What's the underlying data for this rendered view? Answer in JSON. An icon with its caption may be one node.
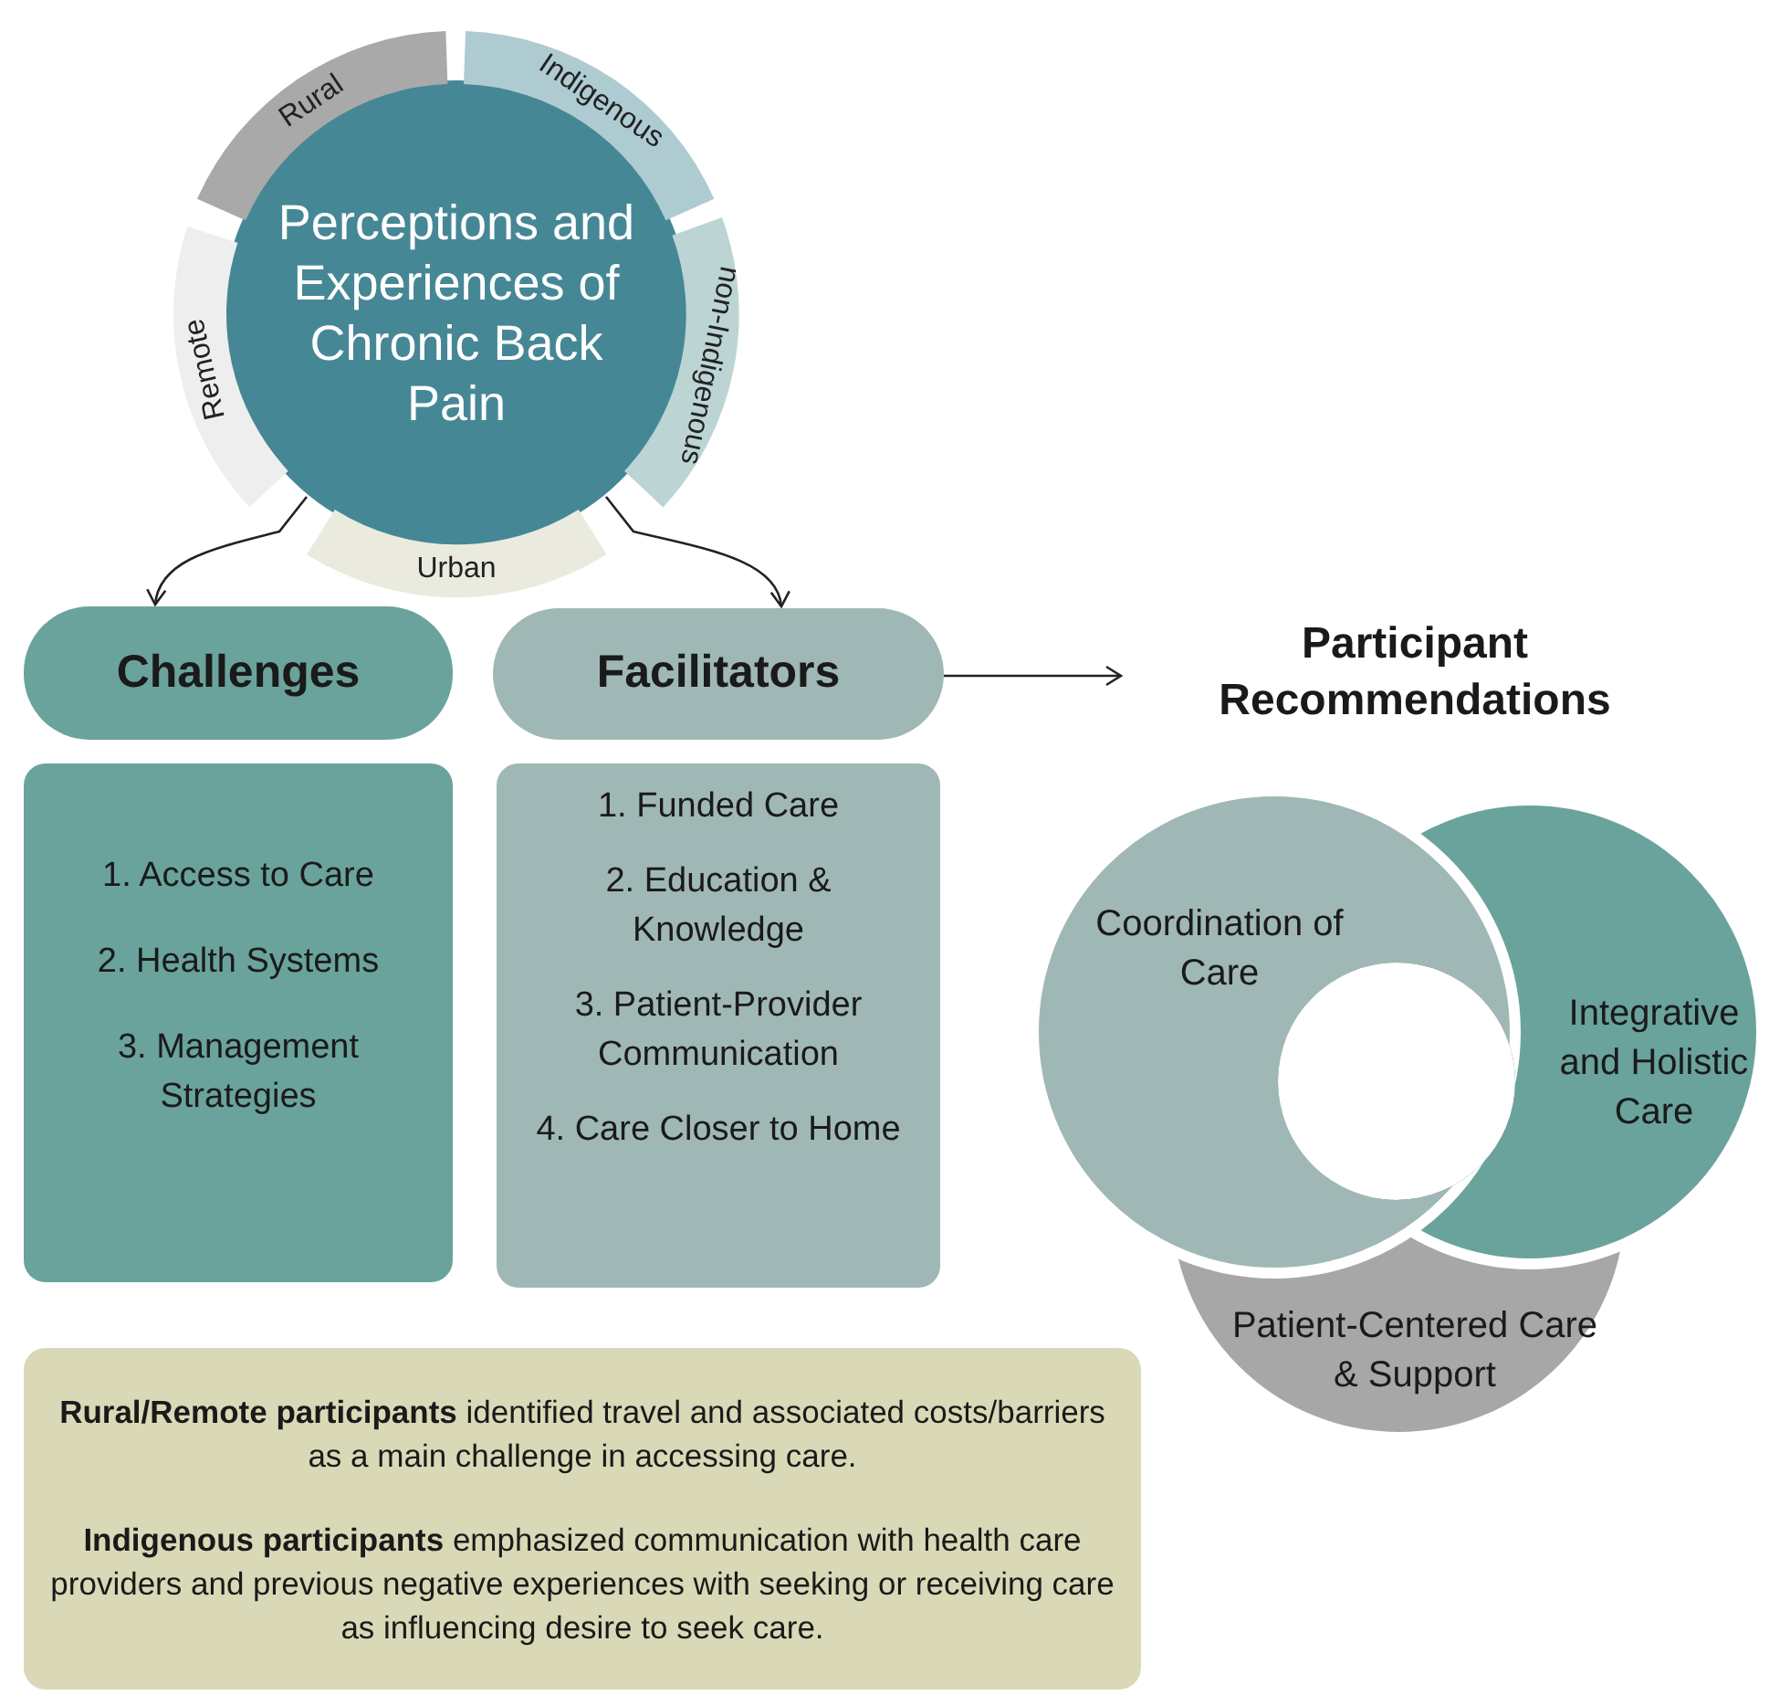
{
  "diagram": {
    "nodes": [
      {
        "text": [
          "Perceptions and Experiences of Chronic Back Pain"
        ]
      },
      {
        "text": [
          "Rural"
        ]
      },
      {
        "text": [
          "Indigenous"
        ]
      },
      {
        "text": [
          "non-Indigenous"
        ]
      },
      {
        "text": [
          "Urban"
        ]
      },
      {
        "text": [
          "Remote"
        ]
      },
      {
        "text": [
          "Challenges"
        ]
      },
      {
        "text": [
          "1. Access to Care",
          "2. Health Systems",
          "3. Management Strategies"
        ]
      },
      {
        "text": [
          "Facilitators"
        ]
      },
      {
        "text": [
          "1. Funded Care",
          "2. Education & Knowledge",
          "3. Patient-Provider Communication",
          "4. Care Closer to Home"
        ]
      },
      {
        "text": [
          "Participant Recommendations"
        ]
      },
      {
        "text": [
          "Coordination of Care"
        ]
      },
      {
        "text": [
          "Integrative and Holistic Care"
        ]
      },
      {
        "text": [
          "Patient-Centered Care & Support"
        ]
      },
      {
        "text": [
          "**Rural/Remote participants** identified travel and associated costs/barriers as a main challenge in accessing care.",
          "**Indigenous participants** emphasized communication with health care providers and previous negative experiences with seeking or receiving care as influencing desire to seek care."
        ]
      }
    ],
    "edges": [
      {
        "from": 0,
        "to": 6,
        "arrow": "to"
      },
      {
        "from": 0,
        "to": 8,
        "arrow": "to"
      },
      {
        "from": 8,
        "to": 10,
        "arrow": "to"
      }
    ]
  }
}
